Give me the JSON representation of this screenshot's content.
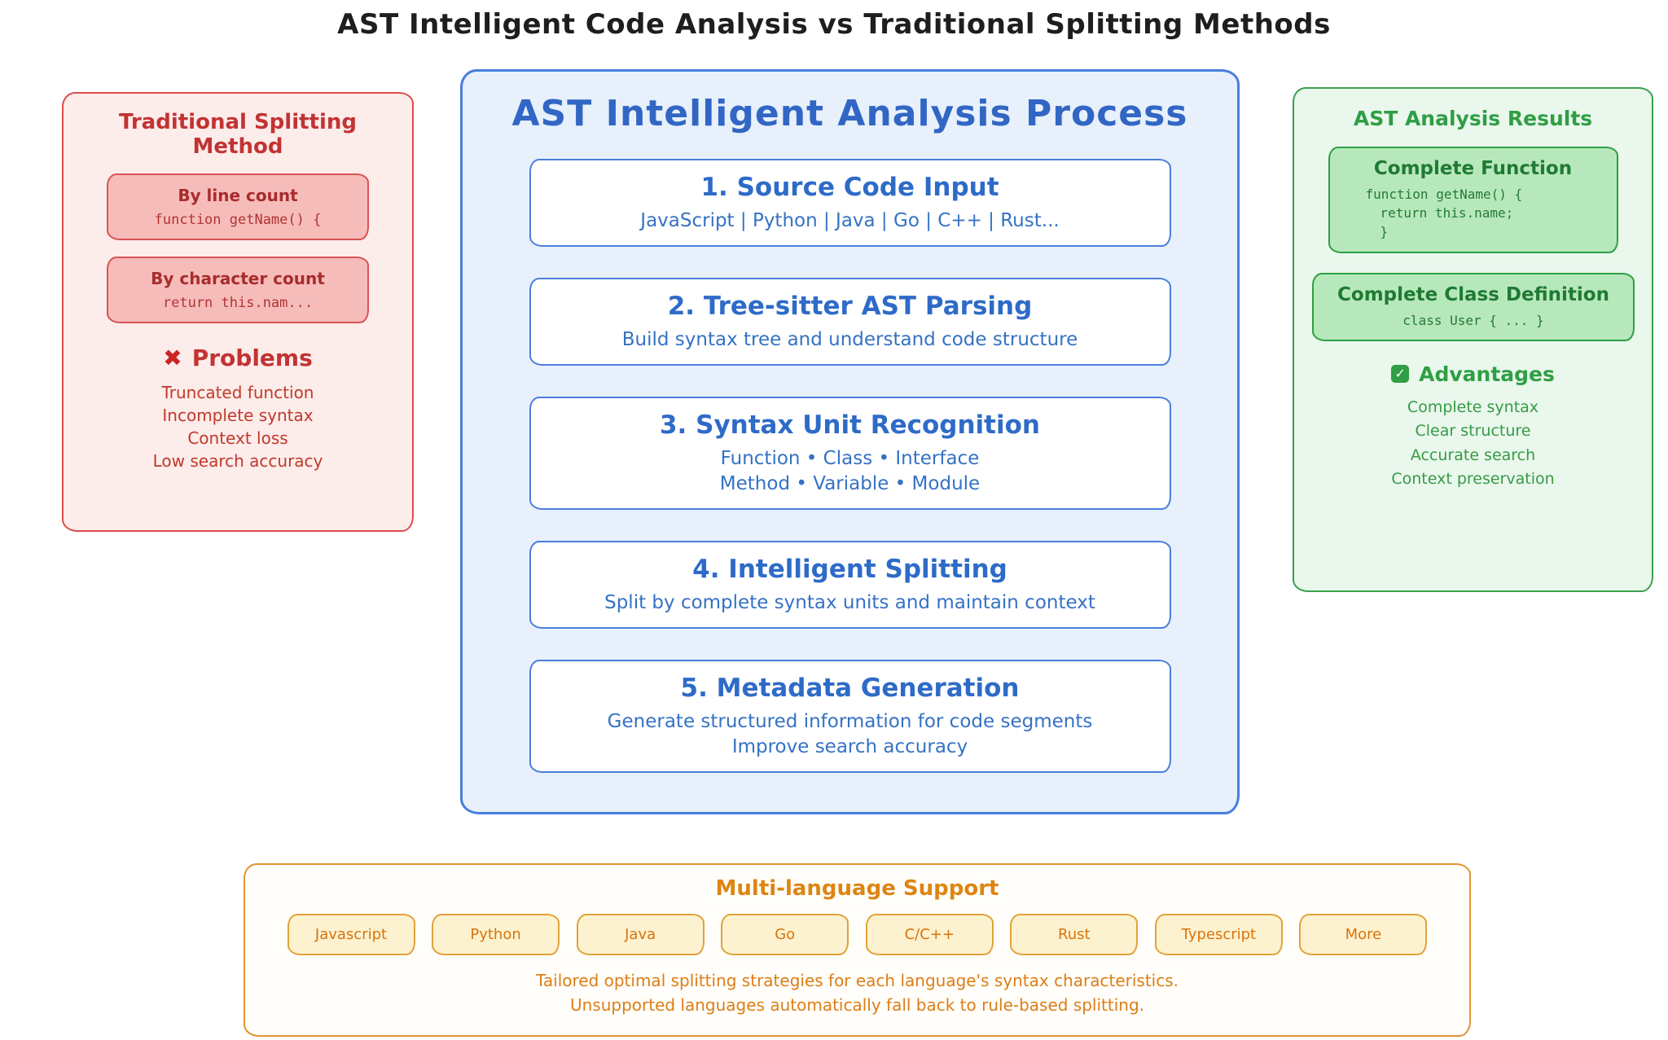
{
  "title": "AST Intelligent Code Analysis vs Traditional Splitting Methods",
  "traditional": {
    "title": "Traditional Splitting Method",
    "boxes": [
      {
        "label": "By line count",
        "code": "function getName() {"
      },
      {
        "label": "By character count",
        "code": "return this.nam..."
      }
    ],
    "problems": {
      "icon": "✖",
      "title": "Problems",
      "items": [
        "Truncated function",
        "Incomplete syntax",
        "Context loss",
        "Low search accuracy"
      ]
    }
  },
  "process": {
    "title": "AST Intelligent Analysis Process",
    "steps": [
      {
        "title": "1. Source Code Input",
        "lines": [
          "JavaScript | Python | Java | Go | C++ | Rust..."
        ]
      },
      {
        "title": "2. Tree-sitter AST Parsing",
        "lines": [
          "Build syntax tree and understand code structure"
        ]
      },
      {
        "title": "3. Syntax Unit Recognition",
        "lines": [
          "Function • Class • Interface",
          "Method • Variable • Module"
        ]
      },
      {
        "title": "4. Intelligent Splitting",
        "lines": [
          "Split by complete syntax units and maintain context"
        ]
      },
      {
        "title": "5. Metadata Generation",
        "lines": [
          "Generate structured information for code segments",
          "Improve search accuracy"
        ]
      }
    ]
  },
  "results": {
    "title": "AST Analysis Results",
    "boxes": [
      {
        "title": "Complete Function",
        "code": [
          "function getName() {",
          "return this.name;",
          "}"
        ]
      },
      {
        "title": "Complete Class Definition",
        "code": [
          "class User { ... }"
        ]
      }
    ],
    "advantages": {
      "icon": "✓",
      "title": "Advantages",
      "items": [
        "Complete syntax",
        "Clear structure",
        "Accurate search",
        "Context preservation"
      ]
    }
  },
  "languages": {
    "title": "Multi-language Support",
    "chips": [
      "Javascript",
      "Python",
      "Java",
      "Go",
      "C/C++",
      "Rust",
      "Typescript",
      "More"
    ],
    "notes": [
      "Tailored optimal splitting strategies for each language's syntax characteristics.",
      "Unsupported languages automatically fall back to rule-based splitting."
    ]
  },
  "colors": {
    "red_accent": "#dd4b4b",
    "blue_accent": "#4a7edd",
    "green_accent": "#2f9e44",
    "orange_accent": "#e2932f"
  }
}
